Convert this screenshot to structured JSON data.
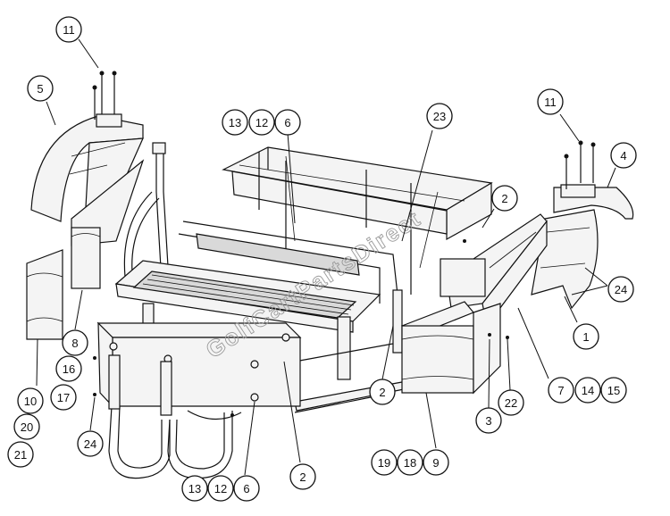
{
  "watermark": "GolfCartPartsDirect",
  "callouts": [
    {
      "id": "c-11-left",
      "label": "11"
    },
    {
      "id": "c-5",
      "label": "5"
    },
    {
      "id": "c-13-top",
      "label": "13"
    },
    {
      "id": "c-12-top",
      "label": "12"
    },
    {
      "id": "c-6-top",
      "label": "6"
    },
    {
      "id": "c-23",
      "label": "23"
    },
    {
      "id": "c-11-right",
      "label": "11"
    },
    {
      "id": "c-4",
      "label": "4"
    },
    {
      "id": "c-2-right",
      "label": "2"
    },
    {
      "id": "c-24-right",
      "label": "24"
    },
    {
      "id": "c-1",
      "label": "1"
    },
    {
      "id": "c-7",
      "label": "7"
    },
    {
      "id": "c-14",
      "label": "14"
    },
    {
      "id": "c-15",
      "label": "15"
    },
    {
      "id": "c-22",
      "label": "22"
    },
    {
      "id": "c-3",
      "label": "3"
    },
    {
      "id": "c-2-mid",
      "label": "2"
    },
    {
      "id": "c-9",
      "label": "9"
    },
    {
      "id": "c-18",
      "label": "18"
    },
    {
      "id": "c-19",
      "label": "19"
    },
    {
      "id": "c-2-bottom",
      "label": "2"
    },
    {
      "id": "c-6-bottom",
      "label": "6"
    },
    {
      "id": "c-12-bottom",
      "label": "12"
    },
    {
      "id": "c-13-bottom",
      "label": "13"
    },
    {
      "id": "c-24-left",
      "label": "24"
    },
    {
      "id": "c-8",
      "label": "8"
    },
    {
      "id": "c-16",
      "label": "16"
    },
    {
      "id": "c-17",
      "label": "17"
    },
    {
      "id": "c-10",
      "label": "10"
    },
    {
      "id": "c-20",
      "label": "20"
    },
    {
      "id": "c-21",
      "label": "21"
    }
  ]
}
